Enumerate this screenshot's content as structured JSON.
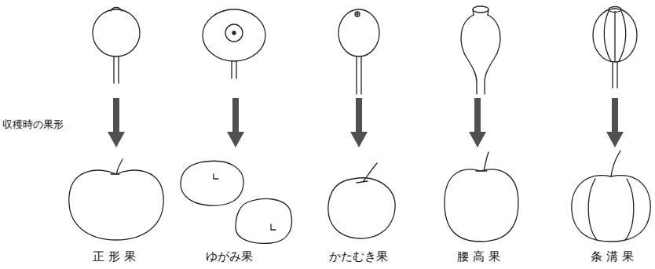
{
  "diagram": {
    "labels": [
      "収穫時の果形",
      "正形果",
      "ゆがみ果",
      "かたむき果",
      "腰高果",
      "条溝果"
    ]
  }
}
